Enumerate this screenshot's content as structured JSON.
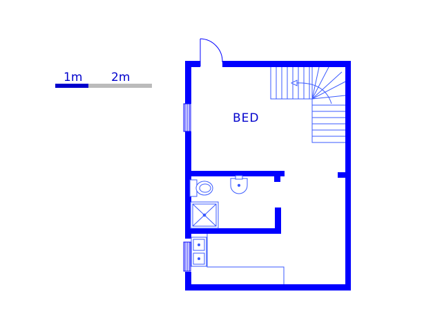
{
  "colors": {
    "wall": "#0000ff",
    "fixture": "#3a5aff",
    "scale_primary": "#0000cc",
    "scale_secondary": "#bbbbbb",
    "background": "#ffffff"
  },
  "scale_bar": {
    "label_1": "1m",
    "label_2": "2m"
  },
  "rooms": [
    {
      "label": "BED"
    }
  ],
  "fixtures": [
    "staircase",
    "toilet",
    "basin",
    "shower",
    "kitchen-sink",
    "counter",
    "door-swing",
    "window-west-upper",
    "window-west-lower"
  ]
}
